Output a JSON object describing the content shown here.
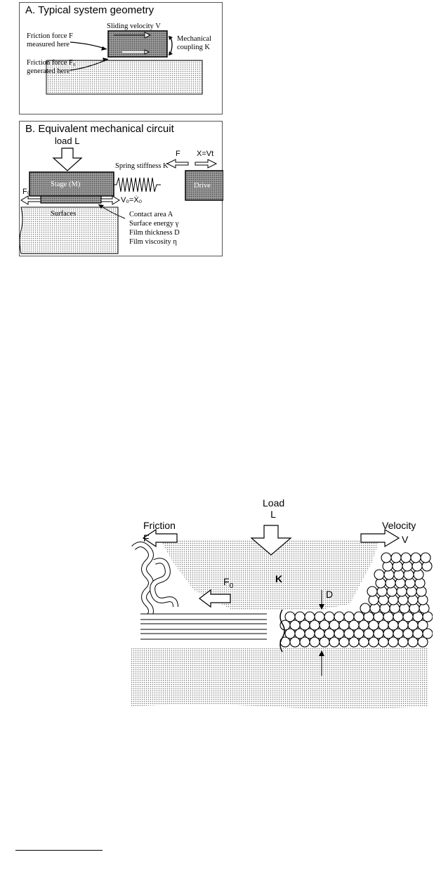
{
  "panel_a": {
    "title": "A. Typical system geometry",
    "label_friction_measured_1": "Friction force F",
    "label_friction_measured_2": "measured here",
    "label_friction_generated_1": "Friction force F₀",
    "label_friction_generated_2": "generated here",
    "label_velocity": "Sliding velocity V",
    "label_coupling_1": "Mechanical",
    "label_coupling_2": "coupling K"
  },
  "panel_b": {
    "title": "B. Equivalent mechanical circuit",
    "label_load": "load L",
    "label_stage": "Stage (M)",
    "label_spring": "Spring stiffness K",
    "label_drive": "Drive",
    "label_f": "F",
    "label_x": "X=Vt",
    "label_f0": "F₀",
    "label_v0": "V₀=Ẋ₀",
    "label_surfaces": "Surfaces",
    "props": [
      "Contact area A",
      "Surface energy γ",
      "Film thickness D",
      "Film viscosity η"
    ]
  },
  "figure_c": {
    "label_load_1": "Load",
    "label_load_2": "L",
    "label_friction": "Friction",
    "label_f": "F",
    "label_velocity": "Velocity",
    "label_v": "V",
    "label_f0": "F",
    "label_f0_sub": "0",
    "label_k": "K",
    "label_d": "D"
  },
  "colors": {
    "stipple": "#bdbdbd",
    "block": "#7a7a7a",
    "line": "#000000"
  }
}
